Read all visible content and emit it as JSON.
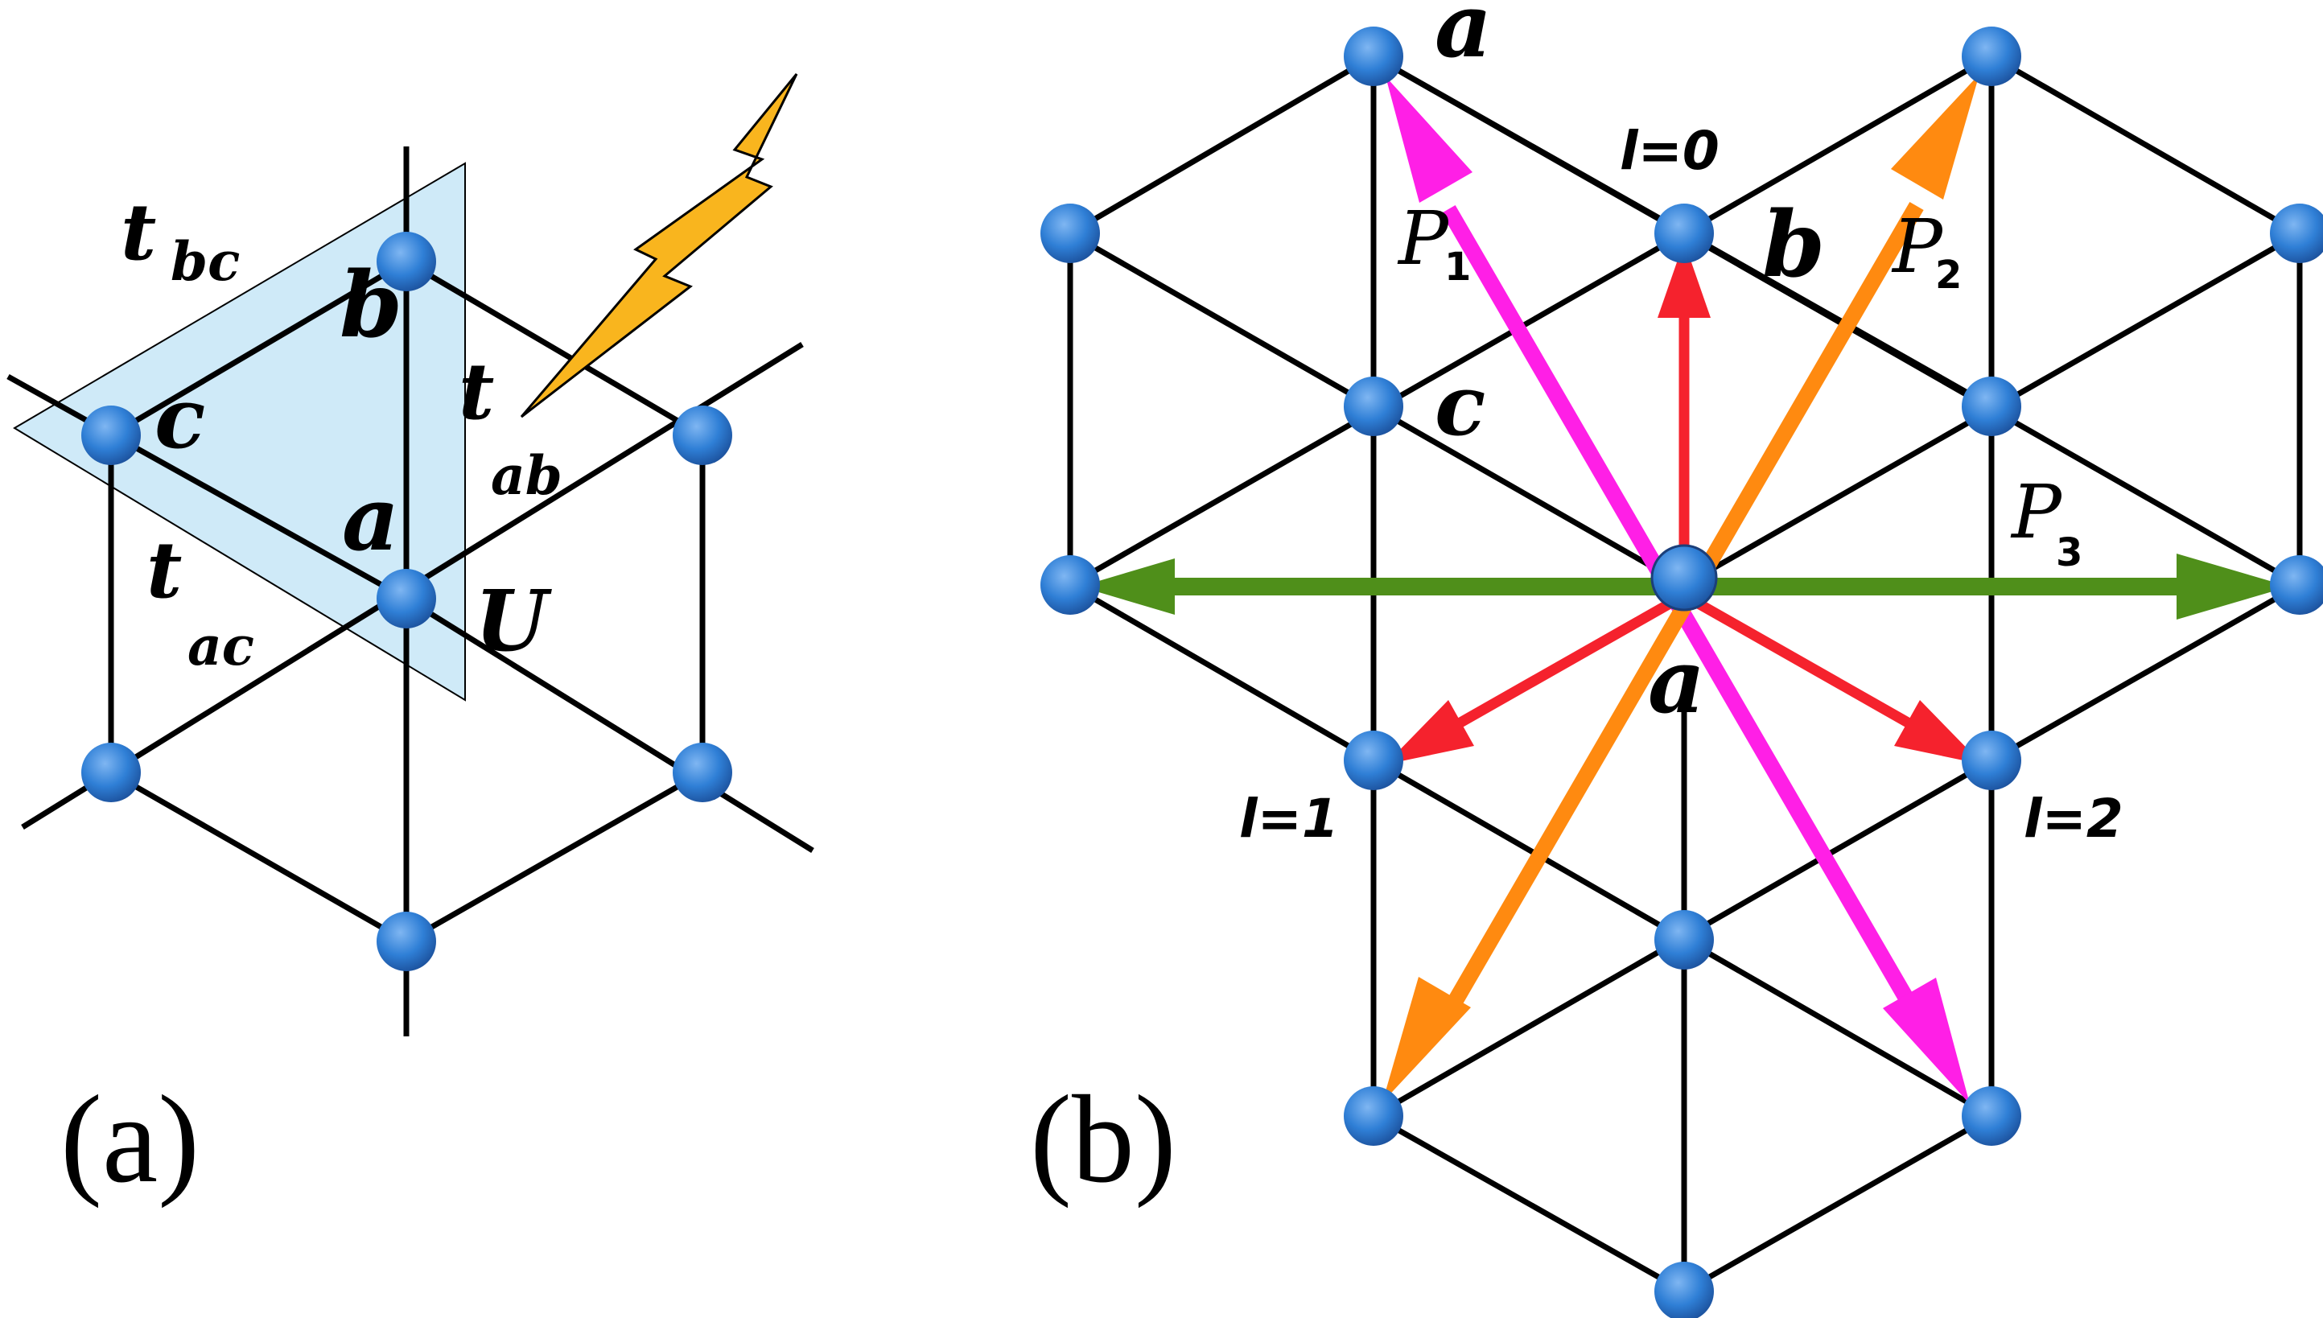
{
  "panel_a": {
    "caption": "(a)",
    "labels": {
      "t_bc": {
        "main": "t",
        "sub": "bc"
      },
      "t_ab": {
        "main": "t",
        "sub": "ab"
      },
      "t_ac": {
        "main": "t",
        "sub": "ac"
      },
      "b": "b",
      "c": "c",
      "a": "a",
      "U": "U"
    },
    "colors": {
      "plane": "#bfe3f6",
      "lightning": "#f9b51e",
      "node": "#2f7fd6",
      "edge": "#000000"
    }
  },
  "panel_b": {
    "caption": "(b)",
    "labels": {
      "a_top": "a",
      "b": "b",
      "c": "c",
      "a_center": "a",
      "l0": "l=0",
      "l1": "l=1",
      "l2": "l=2"
    },
    "p_labels": [
      {
        "main": "P",
        "sub": "1"
      },
      {
        "main": "P",
        "sub": "2"
      },
      {
        "main": "P",
        "sub": "3"
      }
    ],
    "colors": {
      "red": "#f5222d",
      "magenta": "#ff1fe6",
      "orange": "#ff8a10",
      "green": "#4f8f1a",
      "node": "#2f7fd6",
      "edge": "#000000"
    }
  }
}
